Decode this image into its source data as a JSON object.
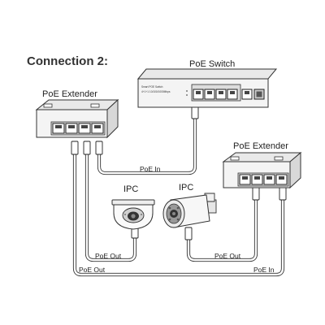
{
  "title": "Connection 2:",
  "labels": {
    "poe_switch": "PoE Switch",
    "poe_extender_left": "PoE Extender",
    "poe_extender_right": "PoE Extender",
    "ipc_left": "IPC",
    "ipc_right": "IPC",
    "poe_in_top": "PoE In",
    "poe_out_mid": "PoE Out",
    "poe_out_left": "PoE Out",
    "poe_out_bottom_right": "PoE Out",
    "poe_in_bottom": "PoE In"
  },
  "switch_face": {
    "line1": "Smart POE Switch",
    "line2": "4+1+1 10/100/1000Mbps"
  },
  "colors": {
    "cable": "#333333",
    "device_body": "#e9e9e9",
    "device_face": "#f4f4f4"
  }
}
